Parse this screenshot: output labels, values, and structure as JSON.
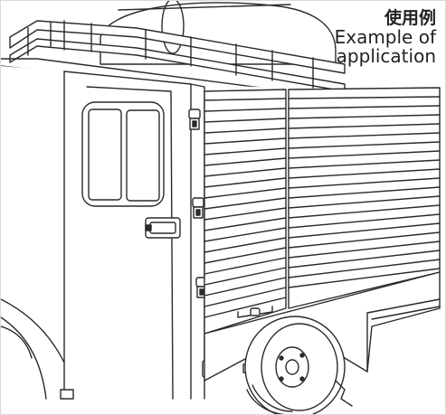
{
  "caption": {
    "title_jp": "使用例",
    "line1": "Example of",
    "line2": "application"
  },
  "colors": {
    "stroke": "#2a2a2a",
    "fill": "#ffffff",
    "shade": "#e6e6e6",
    "tire": "#bdbdbd"
  },
  "illustration": {
    "subject": "vehicle-side-with-roller-shutters-and-latches"
  }
}
